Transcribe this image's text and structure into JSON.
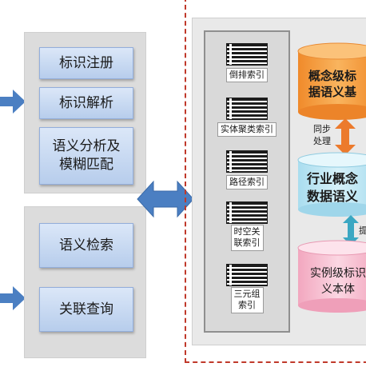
{
  "left_top_panel": {
    "buttons": [
      "标识注册",
      "标识解析",
      "语义分析及\n模糊匹配"
    ]
  },
  "left_bottom_panel": {
    "buttons": [
      "语义检索",
      "关联查询"
    ]
  },
  "index_list": {
    "items": [
      "倒排索引",
      "实体聚类索引",
      "路径索引",
      "时空关\n联索引",
      "三元组\n索引"
    ]
  },
  "databases": {
    "top": "概念级标\n据语义基",
    "middle": "行业概念\n数据语义",
    "bottom": "实例级标识\n义本体"
  },
  "sync_label": "同步\n处理",
  "colors": {
    "button_blue": "#b7cdec",
    "arrow_blue": "#4b7fc2",
    "frame_red": "#c0392b",
    "top_db": "#f6a64a",
    "middle_db": "#bfe8f4",
    "bottom_db": "#f7c3d4",
    "sync_arrow": "#ec7a2c",
    "teal_arrow": "#3aa7c2"
  }
}
